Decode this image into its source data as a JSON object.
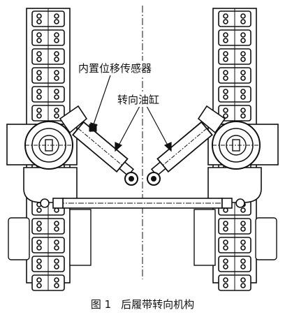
{
  "labels": {
    "sensor": "内置位移传感器",
    "cylinder": "转向油缸"
  },
  "caption": {
    "number": "图 1",
    "title": "后履带转向机构"
  },
  "colors": {
    "line": "#111111",
    "background": "#ffffff"
  }
}
